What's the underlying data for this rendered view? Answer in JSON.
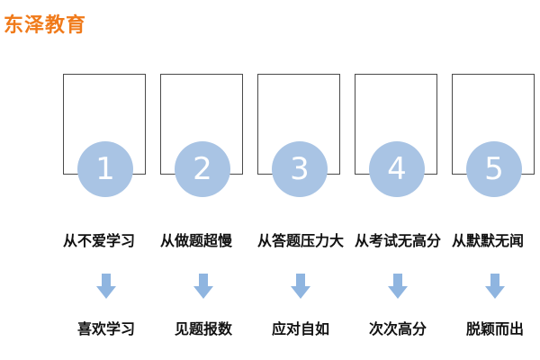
{
  "brand": {
    "name": "东泽教育",
    "color": "#f07a1a"
  },
  "colors": {
    "circle": "#a9c4e4",
    "arrow": "#8fb5e0",
    "box_border": "#4a4a4a"
  },
  "steps": [
    {
      "number": "1",
      "problem": "从不爱学习",
      "result": "喜欢学习"
    },
    {
      "number": "2",
      "problem": "从做题超慢",
      "result": "见题报数"
    },
    {
      "number": "3",
      "problem": "从答题压力大",
      "result": "应对自如"
    },
    {
      "number": "4",
      "problem": "从考试无高分",
      "result": "次次高分"
    },
    {
      "number": "5",
      "problem": "从默默无闻",
      "result": "脱颖而出"
    }
  ]
}
